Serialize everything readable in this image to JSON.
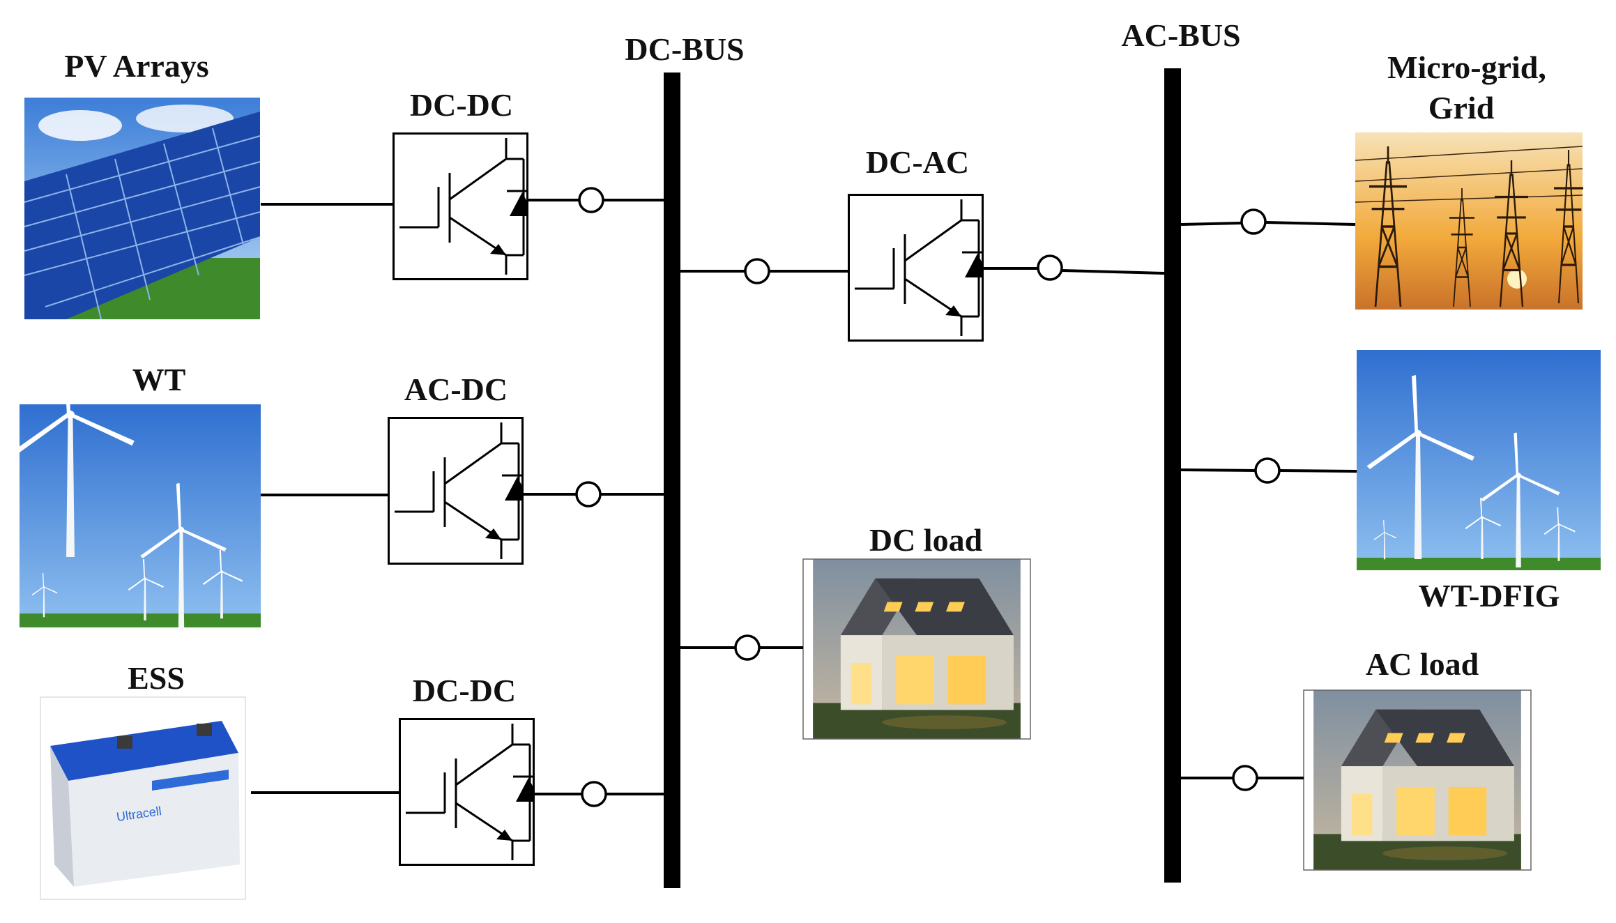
{
  "colors": {
    "wire": "#000000",
    "sky_blue": "#2f6fd0",
    "sky_light": "#8fc0f0",
    "grass": "#3f8a2a",
    "panel_blue": "#1a46a8",
    "sunset_orange": "#f2a93b",
    "battery_blue": "#1f52c7",
    "house_light": "#ffd66b"
  },
  "labels": {
    "pv": "PV Arrays",
    "wt": "WT",
    "ess": "ESS",
    "dcdc_top": "DC-DC",
    "acdc": "AC-DC",
    "dcdc_bottom": "DC-DC",
    "dcbus": "DC-BUS",
    "acbus": "AC-BUS",
    "dcac": "DC-AC",
    "dc_load": "DC load",
    "grid_line1": "Micro-grid,",
    "grid_line2": "Grid",
    "wt_dfig": "WT-DFIG",
    "ac_load": "AC load"
  },
  "icons": {
    "pv": "solar-panel-image",
    "wt": "wind-turbine-image",
    "ess": "battery-image",
    "grid": "power-tower-image",
    "dfig": "wind-turbine-image",
    "house": "house-image",
    "converter": "igbt-switch-icon",
    "breaker": "breaker-icon"
  }
}
